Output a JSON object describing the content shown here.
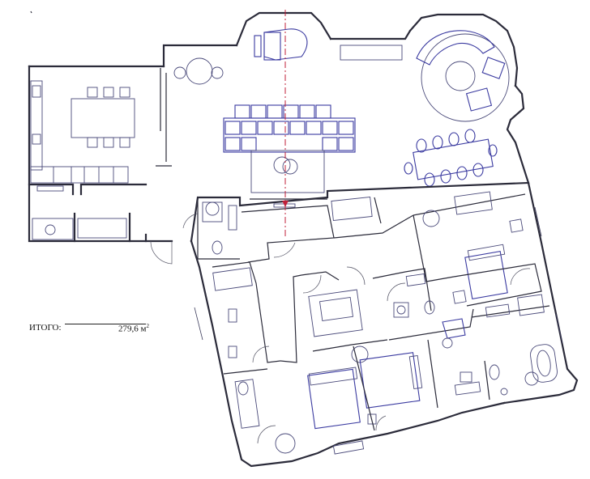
{
  "summary": {
    "label": "ИТОГО:",
    "area_value": "279,6 м",
    "area_superscript": "2"
  },
  "colors": {
    "wall": "#2b2b3a",
    "furniture": "#3a3aa0",
    "axis": "#c0203a"
  }
}
